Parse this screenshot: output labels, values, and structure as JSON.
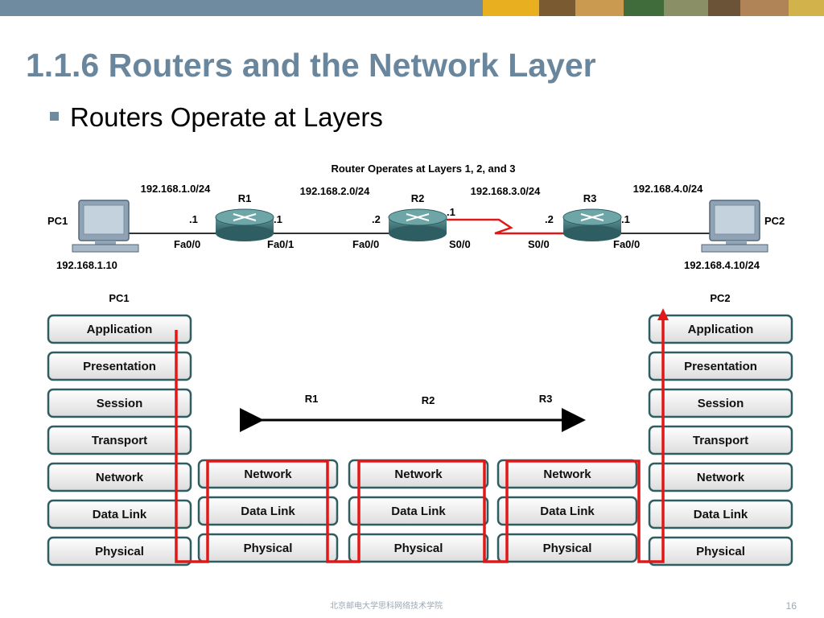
{
  "slide": {
    "title": "1.1.6 Routers and the Network Layer",
    "bullet": "Routers Operate at Layers"
  },
  "diagram": {
    "title": "Router Operates at Layers 1, 2, and 3",
    "pc1": {
      "label": "PC1",
      "ip": "192.168.1.10",
      "ip_color": "#1f4fb3"
    },
    "pc2": {
      "label": "PC2",
      "ip": "192.168.4.10/24",
      "ip_color": "#d01818"
    },
    "networks": [
      "192.168.1.0/24",
      "192.168.2.0/24",
      "192.168.3.0/24",
      "192.168.4.0/24"
    ],
    "routers": [
      {
        "name": "R1",
        "left_addr": ".1",
        "left_if": "Fa0/0",
        "right_addr": ".1",
        "right_if": "Fa0/1"
      },
      {
        "name": "R2",
        "left_addr": ".2",
        "left_if": "Fa0/0",
        "right_addr": ".1",
        "right_if": "S0/0"
      },
      {
        "name": "R3",
        "left_addr": ".2",
        "left_if": "S0/0",
        "right_addr": ".1",
        "right_if": "Fa0/0"
      }
    ],
    "stack_labels": {
      "pc1": "PC1",
      "pc2": "PC2"
    },
    "host_layers": [
      "Application",
      "Presentation",
      "Session",
      "Transport",
      "Network",
      "Data Link",
      "Physical"
    ],
    "router_layers": [
      "Network",
      "Data Link",
      "Physical"
    ],
    "arrow_labels": [
      "R1",
      "R2",
      "R3"
    ],
    "path_color": "#e01818"
  },
  "footer": {
    "school": "北京邮电大学思科网络技术学院",
    "page": "16"
  }
}
